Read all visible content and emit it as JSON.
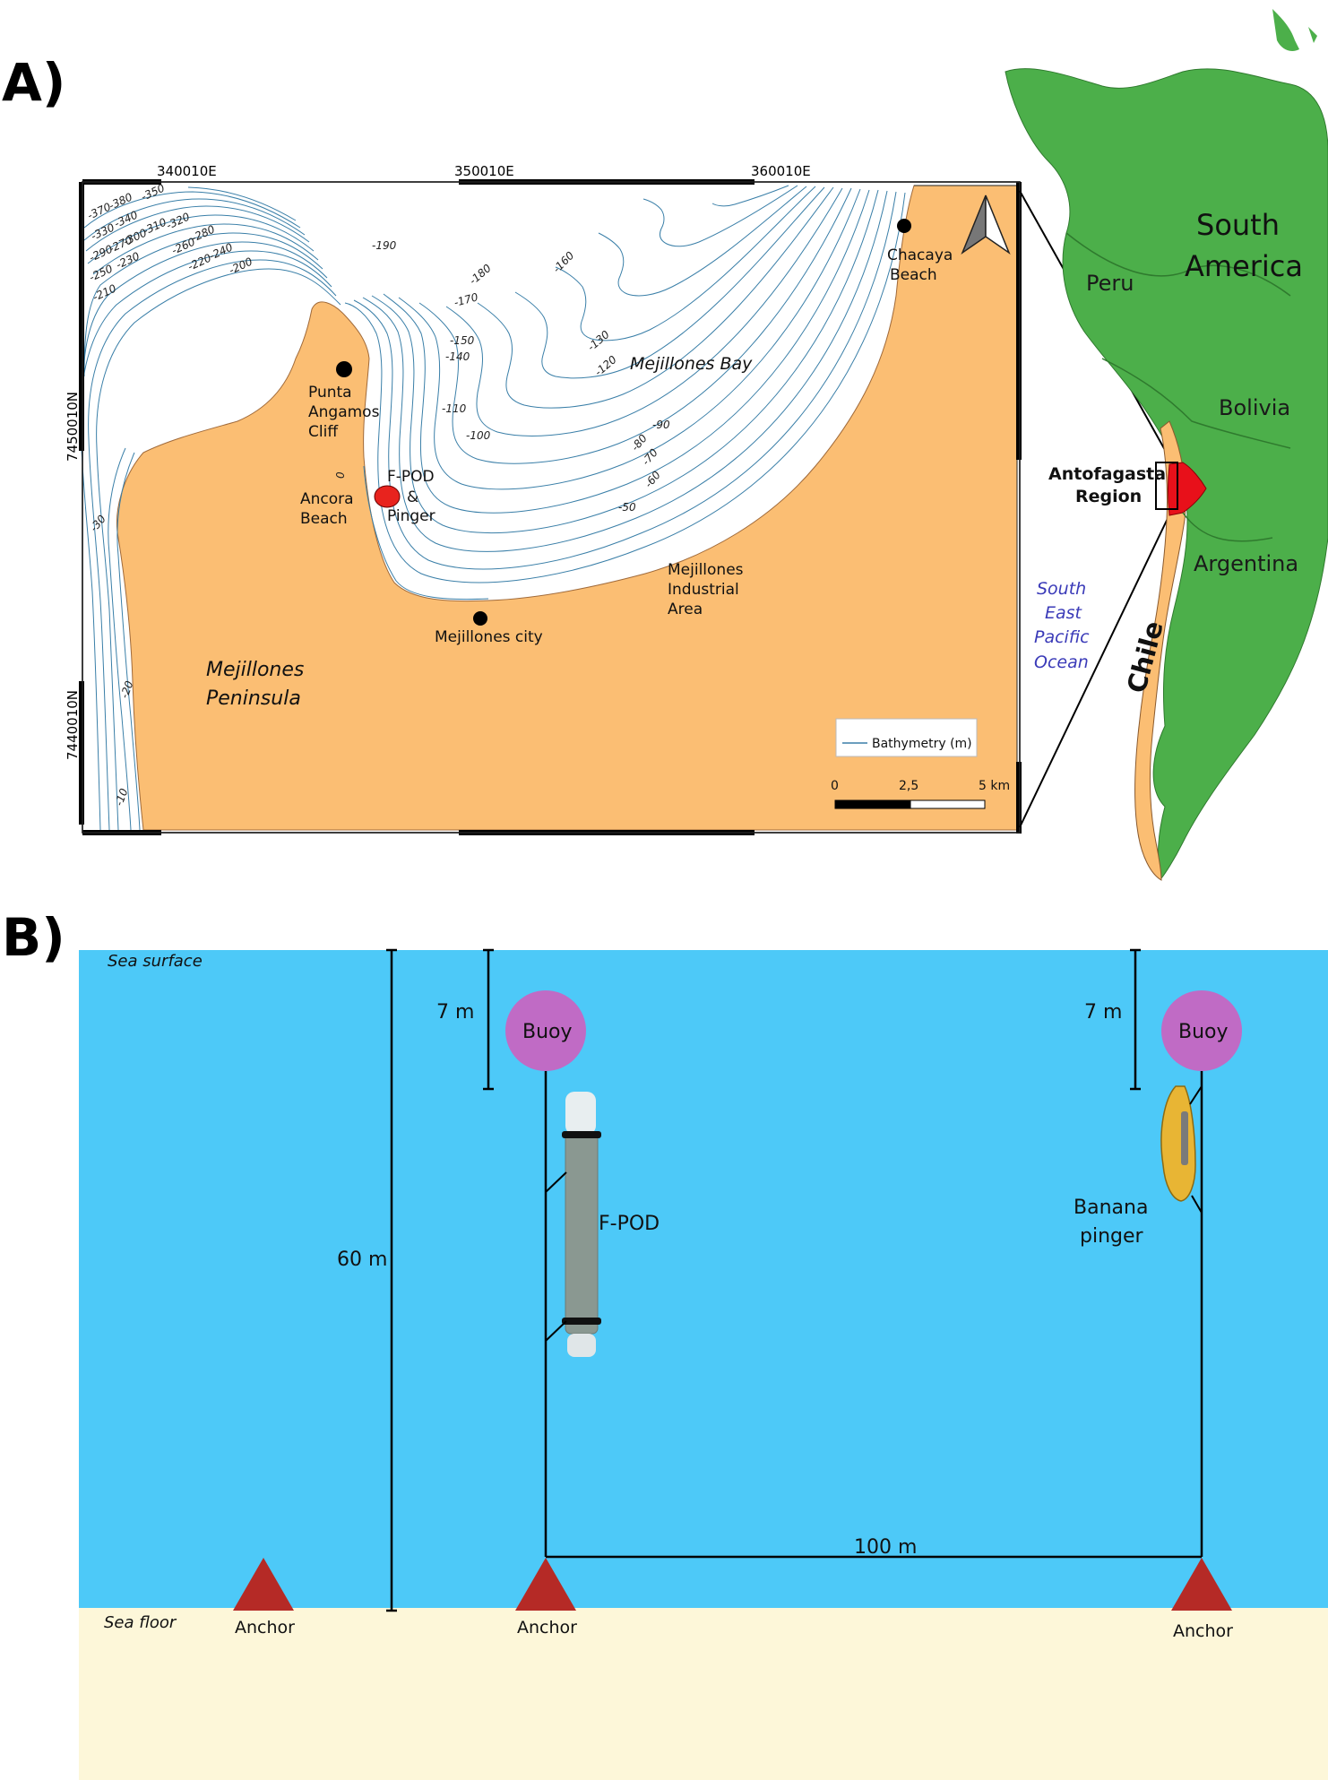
{
  "panel_a": {
    "letter": "A)",
    "x_coords": [
      "340010E",
      "350010E",
      "360010E"
    ],
    "y_coords": [
      "7450010N",
      "7440010N"
    ],
    "places": {
      "chacaya": [
        "Chacaya",
        "Beach"
      ],
      "punta": [
        "Punta",
        "Angamos",
        "Cliff"
      ],
      "ancora": [
        "Ancora",
        "Beach"
      ],
      "fpod": [
        "F-POD",
        "&",
        "Pinger"
      ],
      "city": "Mejillones city",
      "industrial": [
        "Mejillones",
        "Industrial",
        "Area"
      ],
      "bay": "Mejillones Bay",
      "peninsula": [
        "Mejillones",
        "Peninsula"
      ]
    },
    "contour_labels": [
      "-190",
      "-180",
      "-170",
      "-160",
      "-150",
      "-140",
      "-130",
      "-120",
      "-110",
      "-100",
      "-90",
      "-80",
      "-70",
      "-60",
      "-50",
      "-370",
      "-380",
      "-340",
      "-350",
      "-330",
      "-300",
      "-310",
      "-320",
      "-260",
      "-280",
      "-290",
      "-270",
      "-220",
      "-240",
      "-250",
      "-230",
      "-200",
      "-210",
      "-30",
      "-20",
      "-10",
      "0"
    ],
    "legend": "Bathymetry (m)",
    "scale": [
      "0",
      "2,5",
      "5 km"
    ],
    "inset": {
      "continent": [
        "South",
        "America"
      ],
      "countries": [
        "Peru",
        "Bolivia",
        "Argentina"
      ],
      "chile": "Chile",
      "region": [
        "Antofagasta",
        "Region"
      ],
      "ocean": [
        "South",
        "East",
        "Pacific",
        "Ocean"
      ]
    },
    "colors": {
      "land": "#fbbe73",
      "contour": "#3a7fa8",
      "site": "#e8231e",
      "south_america": "#4caf4a",
      "region": "#e8101a"
    }
  },
  "panel_b": {
    "letter": "B)",
    "sea_surface": "Sea surface",
    "sea_floor": "Sea floor",
    "depth_top_1": "7 m",
    "depth_top_2": "7 m",
    "depth_total": "60 m",
    "distance": "100 m",
    "buoy_1": "Buoy",
    "buoy_2": "Buoy",
    "fpod": "F-POD",
    "pinger": [
      "Banana",
      "pinger"
    ],
    "anchor_1": "Anchor",
    "anchor_2": "Anchor",
    "anchor_3": "Anchor",
    "colors": {
      "water": "#4dc9f8",
      "seafloor": "#fdf7d9",
      "buoy": "#c06bc5",
      "anchor": "#b52a26"
    }
  }
}
